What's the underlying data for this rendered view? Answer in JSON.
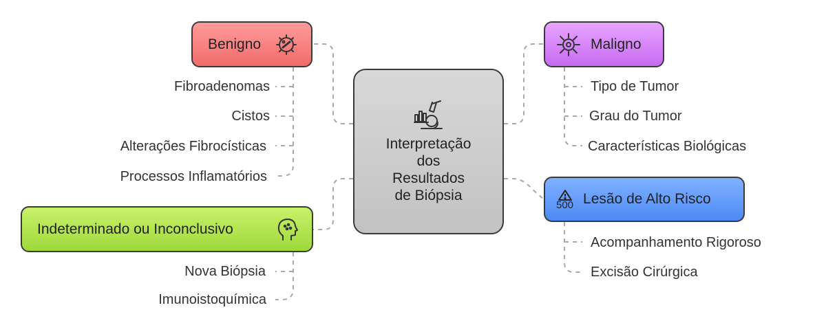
{
  "center": {
    "lines": [
      "Interpretação",
      "dos",
      "Resultados",
      "de Biópsia"
    ],
    "icon": "microscope-chart-icon"
  },
  "branches": {
    "benigno": {
      "label": "Benigno",
      "icon": "bacteria-icon",
      "color": "#f47a7a",
      "items": [
        "Fibroadenomas",
        "Cistos",
        "Alterações Fibrocísticas",
        "Processos Inflamatórios"
      ]
    },
    "maligno": {
      "label": "Maligno",
      "icon": "virus-cell-icon",
      "color": "#d07cf5",
      "items": [
        "Tipo de Tumor",
        "Grau do Tumor",
        "Características Biológicas"
      ]
    },
    "alto_risco": {
      "label": "Lesão de Alto Risco",
      "icon": "warning-500-icon",
      "icon_text": "500",
      "color": "#5b95f7",
      "items": [
        "Acompanhamento Rigoroso",
        "Excisão Cirúrgica"
      ]
    },
    "indeterminado": {
      "label": "Indeterminado ou Inconclusivo",
      "icon": "head-thinking-icon",
      "color": "#abe14a",
      "items": [
        "Nova Biópsia",
        "Imunoistoquímica"
      ]
    }
  }
}
